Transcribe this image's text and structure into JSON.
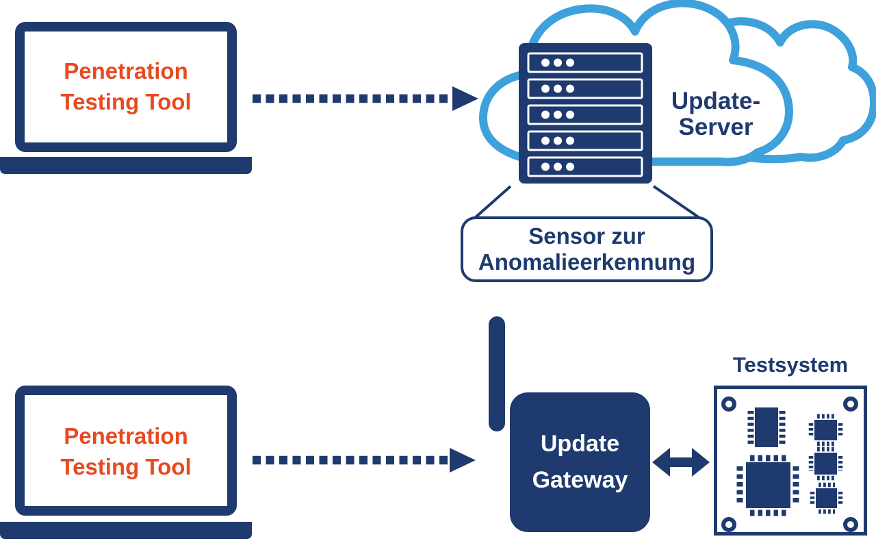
{
  "colors": {
    "navy": "#1E3A6E",
    "light_blue": "#3EA1DB",
    "orange": "#E8491F",
    "white": "#FFFFFF"
  },
  "top_flow": {
    "pentest_tool": {
      "line1": "Penetration",
      "line2": "Testing Tool"
    },
    "update_server": {
      "line1": "Update-",
      "line2": "Server"
    },
    "sensor_callout": {
      "line1": "Sensor zur",
      "line2": "Anomalieerkennung"
    }
  },
  "bottom_flow": {
    "pentest_tool": {
      "line1": "Penetration",
      "line2": "Testing Tool"
    },
    "update_gateway": {
      "line1": "Update",
      "line2": "Gateway"
    },
    "testsystem_label": "Testsystem"
  },
  "icons": {
    "laptop_top": "laptop-icon",
    "laptop_bottom": "laptop-icon",
    "dotted_arrow_top": "dotted-arrow-right-icon",
    "dotted_arrow_bottom": "dotted-arrow-right-icon",
    "cloud": "cloud-icon",
    "server": "server-rack-icon",
    "callout": "callout-bubble",
    "antenna": "antenna-icon",
    "gateway": "gateway-box",
    "double_arrow": "double-arrow-icon",
    "circuit_board": "circuit-board-icon"
  }
}
